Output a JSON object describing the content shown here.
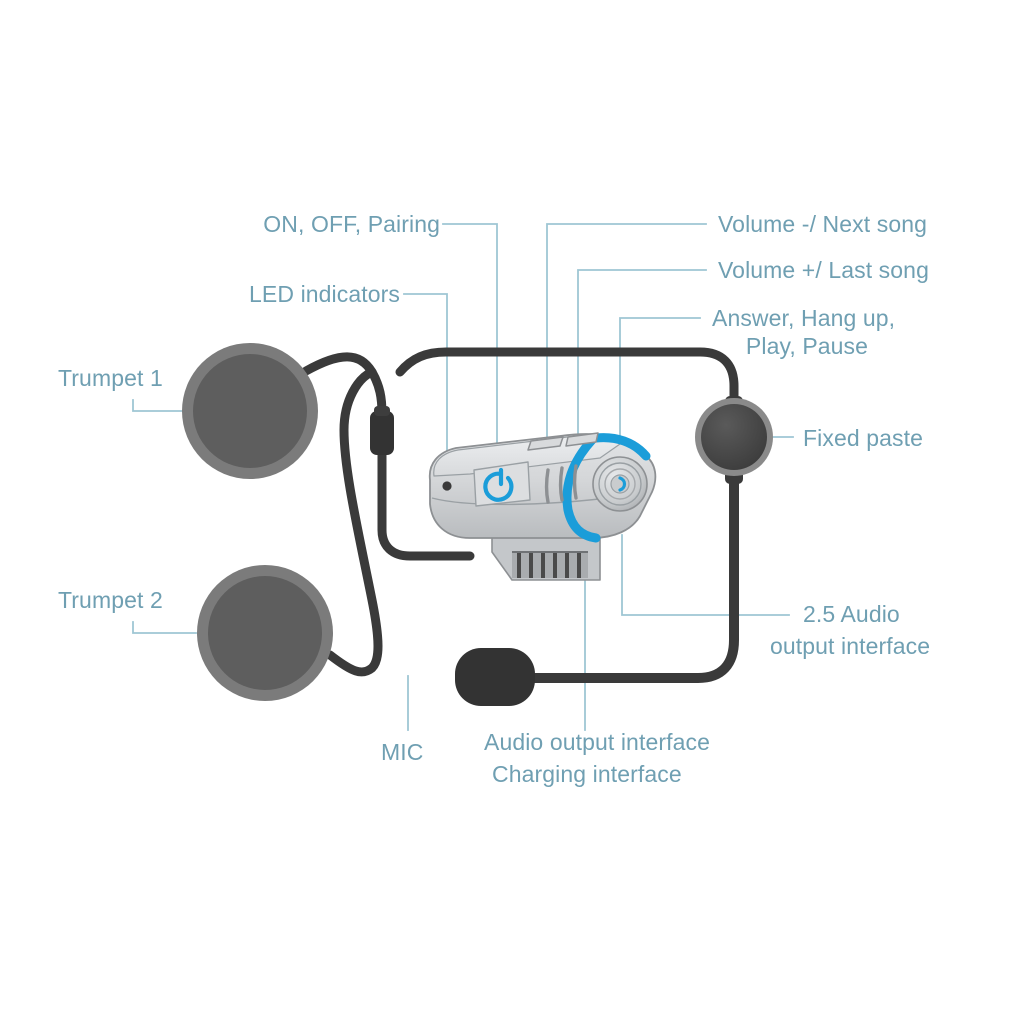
{
  "diagram": {
    "title": "Bluetooth Motorcycle Helmet Headset Component Diagram",
    "background_color": "#ffffff",
    "label_color": "#6f9fb2",
    "leader_line_color": "#9ec6d4",
    "cable_color": "#3a3a3a",
    "speaker_outer_color": "#7b7b7b",
    "speaker_inner_color": "#5e5e5e",
    "device_body_color": "#d2d4d6",
    "device_accent_color": "#1b9dd9",
    "fixed_paste_color": "#4a4a4a",
    "mic_color": "#333333"
  },
  "labels": {
    "on_off_pairing": "ON, OFF, Pairing",
    "led_indicators": "LED indicators",
    "volume_down_next": "Volume -/ Next song",
    "volume_up_last": "Volume +/ Last song",
    "answer_hangup_line1": "Answer, Hang up,",
    "answer_hangup_line2": "Play, Pause",
    "trumpet_1": "Trumpet 1",
    "trumpet_2": "Trumpet 2",
    "fixed_paste": "Fixed paste",
    "audio_25_line1": "2.5 Audio",
    "audio_25_line2": "output interface",
    "mic": "MIC",
    "audio_output_interface": "Audio output interface",
    "charging_interface": "Charging interface"
  },
  "components": {
    "speaker_1": "Trumpet 1 speaker pad",
    "speaker_2": "Trumpet 2 speaker pad",
    "control_unit": "Main control unit",
    "power_button": "Power / pairing button",
    "led_dot": "LED indicator dot",
    "volume_button_down": "Volume down button",
    "volume_button_up": "Volume up button",
    "multifunction_button": "Answer / play round button",
    "fixed_paste_disc": "Fixed paste mounting disc",
    "microphone": "Boom microphone",
    "cable_splitter": "Cable splitter connector",
    "charging_port": "Audio output / charging port"
  }
}
